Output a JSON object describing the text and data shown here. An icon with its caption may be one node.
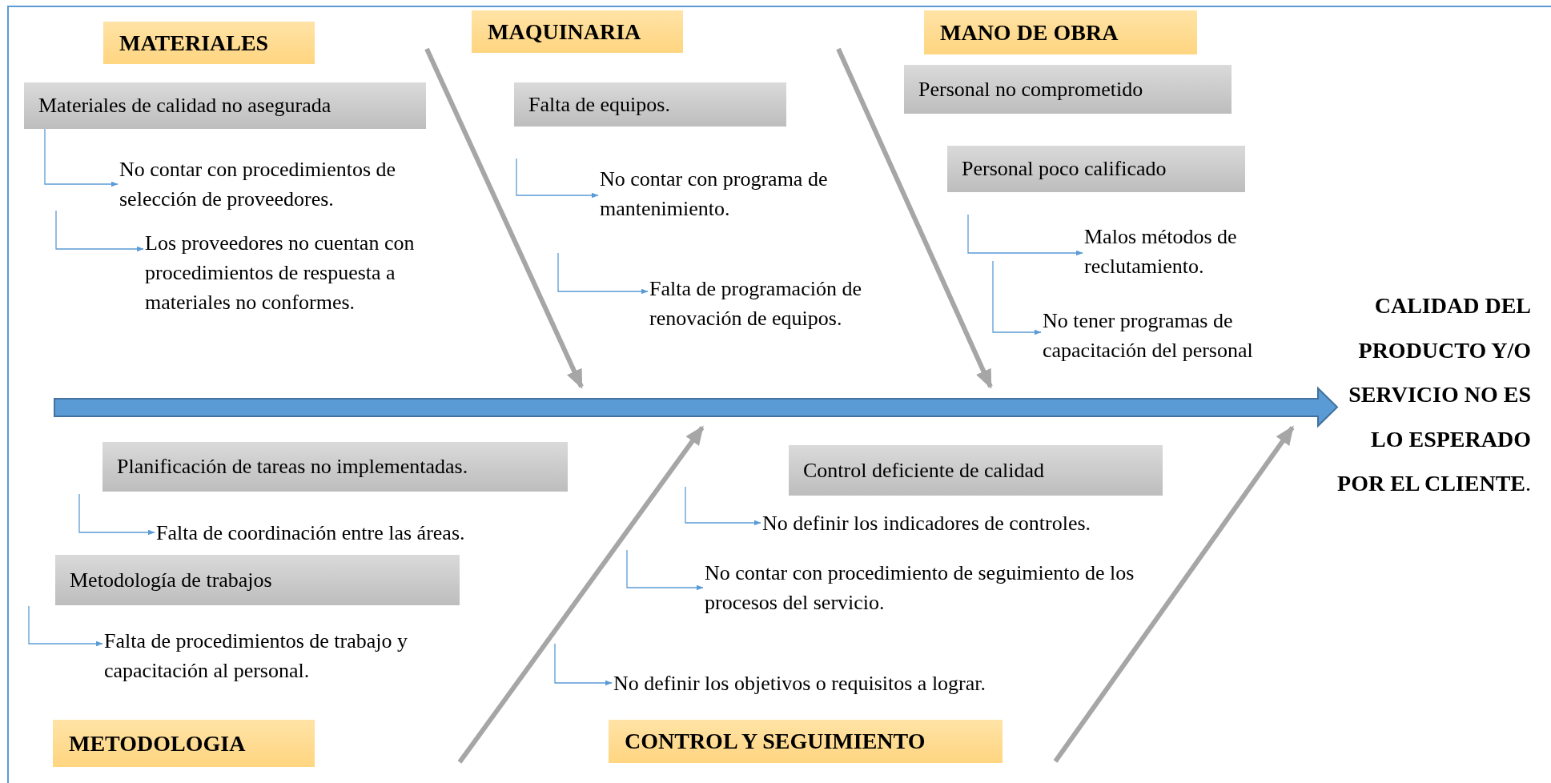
{
  "diagram": {
    "nodes": [
      {
        "text": [
          "MATERIALES"
        ]
      },
      {
        "text": [
          "Materiales de calidad no asegurada"
        ]
      },
      {
        "text": [
          "No contar con procedimientos de selección de proveedores."
        ]
      },
      {
        "text": [
          "Los proveedores no cuentan con procedimientos de respuesta a materiales no conformes."
        ]
      },
      {
        "text": [
          "MAQUINARIA"
        ]
      },
      {
        "text": [
          "Falta de equipos."
        ]
      },
      {
        "text": [
          "No contar con programa de mantenimiento."
        ]
      },
      {
        "text": [
          "Falta de programación de renovación de equipos."
        ]
      },
      {
        "text": [
          "MANO DE OBRA"
        ]
      },
      {
        "text": [
          "Personal no comprometido"
        ]
      },
      {
        "text": [
          "Personal poco calificado"
        ]
      },
      {
        "text": [
          "Malos métodos de reclutamiento."
        ]
      },
      {
        "text": [
          "No tener programas de capacitación del personal"
        ]
      },
      {
        "text": [],
        "shape": "arrow"
      },
      {
        "text": [
          "**CALIDAD DEL PRODUCTO Y/O SERVICIO NO ES LO ESPERADO POR EL CLIENTE**."
        ]
      },
      {
        "text": [
          "Planificación de tareas no implementadas."
        ]
      },
      {
        "text": [
          "Falta de coordinación entre las áreas."
        ]
      },
      {
        "text": [
          "Metodología de trabajos"
        ]
      },
      {
        "text": [
          "Falta de procedimientos de trabajo y capacitación al personal."
        ]
      },
      {
        "text": [
          "Control deficiente de calidad"
        ]
      },
      {
        "text": [
          "No definir los indicadores de controles."
        ]
      },
      {
        "text": [
          "No contar con procedimiento de seguimiento de los procesos del servicio."
        ]
      },
      {
        "text": [
          "No definir los objetivos o requisitos a lograr."
        ]
      },
      {
        "text": [
          "METODOLOGIA"
        ]
      },
      {
        "text": [
          "CONTROL Y SEGUIMIENTO"
        ]
      }
    ],
    "edges": [
      {
        "from": 1,
        "to": 2,
        "arrow": "to"
      },
      {
        "from": null,
        "to": 3,
        "arrow": "to"
      },
      {
        "from": null,
        "to": 6,
        "arrow": "to"
      },
      {
        "from": null,
        "to": 7,
        "arrow": "to"
      },
      {
        "from": null,
        "to": 11,
        "arrow": "to"
      },
      {
        "from": null,
        "to": 12,
        "arrow": "to"
      },
      {
        "from": null,
        "to": 16,
        "arrow": "to"
      },
      {
        "from": null,
        "to": 18,
        "arrow": "to"
      },
      {
        "from": null,
        "to": 20,
        "arrow": "to"
      },
      {
        "from": null,
        "to": 21,
        "arrow": "to"
      },
      {
        "from": null,
        "to": 22,
        "arrow": "to"
      },
      {
        "from": null,
        "to": 13,
        "arrow": "to",
        "style": "thick",
        "color": "#a6a6a6"
      },
      {
        "from": null,
        "to": 13,
        "arrow": "to",
        "style": "thick",
        "color": "#a6a6a6"
      },
      {
        "from": null,
        "to": 13,
        "arrow": "to",
        "style": "thick",
        "color": "#a6a6a6"
      },
      {
        "from": null,
        "to": 13,
        "arrow": "to",
        "style": "thick",
        "color": "#a6a6a6"
      }
    ]
  }
}
